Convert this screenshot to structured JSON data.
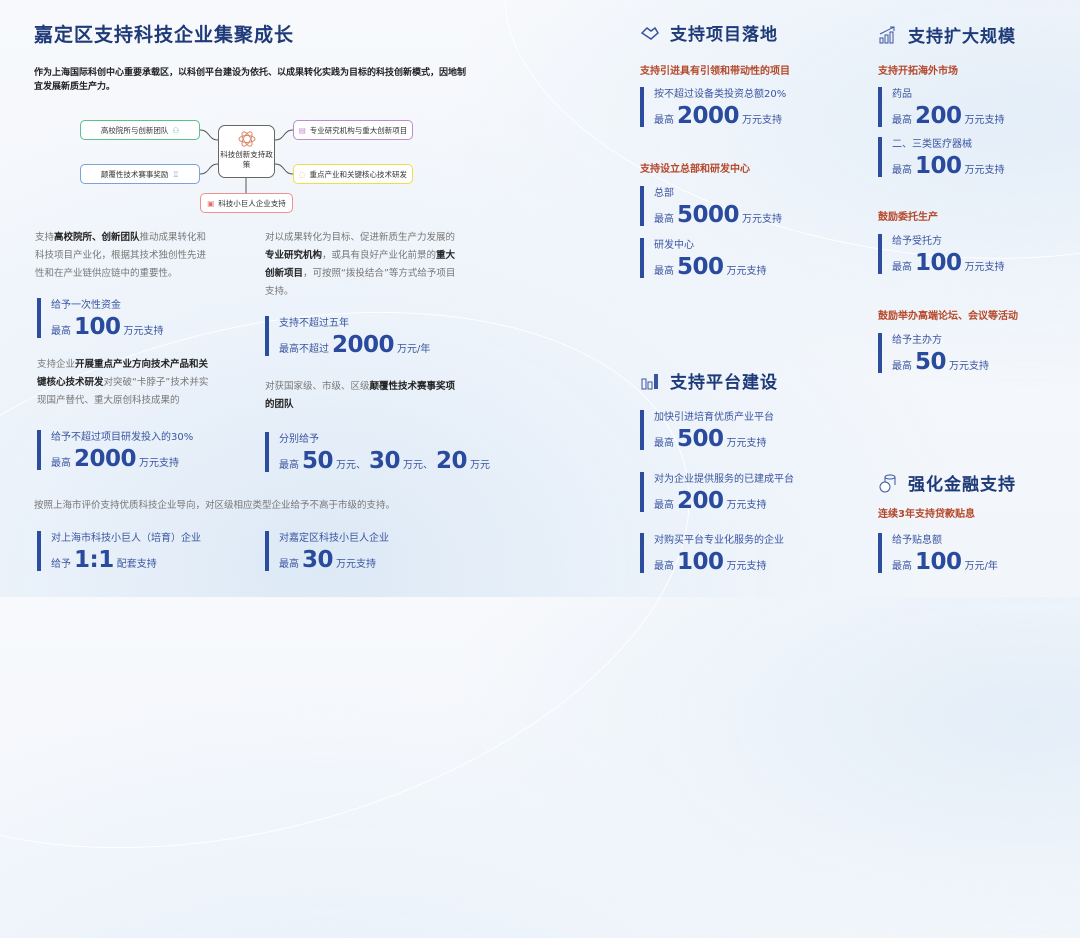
{
  "left": {
    "title": "嘉定区支持科技企业集聚成长",
    "intro": "作为上海国际科创中心重要承载区，以科创平台建设为依托、以成果转化实践为目标的科技创新模式，因地制宜发展新质生产力。",
    "mindmap": {
      "center": "科技创新支持政策",
      "nodes": [
        "高校院所与创新团队",
        "颠覆性技术赛事奖励",
        "专业研究机构与重大创新项目",
        "重点产业和关键核心技术研发",
        "科技小巨人企业支持"
      ]
    },
    "para1": {
      "a": "支持",
      "b": "高校院所、创新团队",
      "c": "推动成果转化和科技项目产业化，根据其技术独创性先进性和在产业链供应链中的重要性。"
    },
    "para2": {
      "a": "支持企业",
      "b": "开展重点产业方向技术产品和关键核心技术研发",
      "c": "对突破“卡脖子”技术并实现国产替代、重大原创科技成果的"
    },
    "para3": {
      "a": "对以成果转化为目标、促进新质生产力发展的",
      "b": "专业研究机构",
      "c": "，或具有良好产业化前景的",
      "d": "重大创新项目",
      "e": "，可按照“拨投结合”等方式给予项目支持。"
    },
    "para4": {
      "a": "对获国家级、市级、区级",
      "b": "颠覆性技术赛事奖项的团队"
    },
    "note": "按照上海市评价支持优质科技企业导向，对区级相应类型企业给予不高于市级的支持。"
  },
  "stats": {
    "s1": {
      "label": "给予一次性资金",
      "prefix": "最高",
      "value": "100",
      "unit": "万元支持"
    },
    "s2": {
      "label": "给予不超过项目研发投入的30%",
      "prefix": "最高",
      "value": "2000",
      "unit": "万元支持"
    },
    "s3": {
      "label": "支持不超过五年",
      "prefix": "最高不超过",
      "value": "2000",
      "unit": "万元/年"
    },
    "s4": {
      "label": "分别给予",
      "prefix": "最高",
      "v1": "50",
      "u1": "万元、",
      "v2": "30",
      "u2": "万元、",
      "v3": "20",
      "u3": "万元"
    },
    "s5": {
      "label": "对上海市科技小巨人（培育）企业",
      "prefix": "给予",
      "value": "1:1",
      "unit": "配套支持"
    },
    "s6": {
      "label": "对嘉定区科技小巨人企业",
      "prefix": "最高",
      "value": "30",
      "unit": "万元支持"
    },
    "p1": {
      "label": "按不超过设备类投资总额20%",
      "prefix": "最高",
      "value": "2000",
      "unit": "万元支持"
    },
    "p2": {
      "label": "总部",
      "prefix": "最高",
      "value": "5000",
      "unit": "万元支持"
    },
    "p3": {
      "label": "研发中心",
      "prefix": "最高",
      "value": "500",
      "unit": "万元支持"
    },
    "b1": {
      "label": "加快引进培育优质产业平台",
      "prefix": "最高",
      "value": "500",
      "unit": "万元支持"
    },
    "b2": {
      "label": "对为企业提供服务的已建成平台",
      "prefix": "最高",
      "value": "200",
      "unit": "万元支持"
    },
    "b3": {
      "label": "对购买平台专业化服务的企业",
      "prefix": "最高",
      "value": "100",
      "unit": "万元支持"
    },
    "e1": {
      "label": "药品",
      "prefix": "最高",
      "value": "200",
      "unit": "万元支持"
    },
    "e2": {
      "label": "二、三类医疗器械",
      "prefix": "最高",
      "value": "100",
      "unit": "万元支持"
    },
    "e3": {
      "label": "给予受托方",
      "prefix": "最高",
      "value": "100",
      "unit": "万元支持"
    },
    "e4": {
      "label": "给予主办方",
      "prefix": "最高",
      "value": "50",
      "unit": "万元支持"
    },
    "f1": {
      "label": "给予贴息额",
      "prefix": "最高",
      "value": "100",
      "unit": "万元/年"
    }
  },
  "projects": {
    "title": "支持项目落地",
    "sub1": "支持引进具有引领和带动性的项目",
    "sub2": "支持设立总部和研发中心"
  },
  "platform": {
    "title": "支持平台建设"
  },
  "scale": {
    "title": "支持扩大规模",
    "sub1": "支持开拓海外市场",
    "sub2": "鼓励委托生产",
    "sub3": "鼓励举办高端论坛、会议等活动"
  },
  "finance": {
    "title": "强化金融支持",
    "sub1": "连续3年支持贷款贴息"
  },
  "colors": {
    "accent": "#2c4d9e",
    "title": "#1e3a78",
    "subhead": "#b5482a"
  }
}
